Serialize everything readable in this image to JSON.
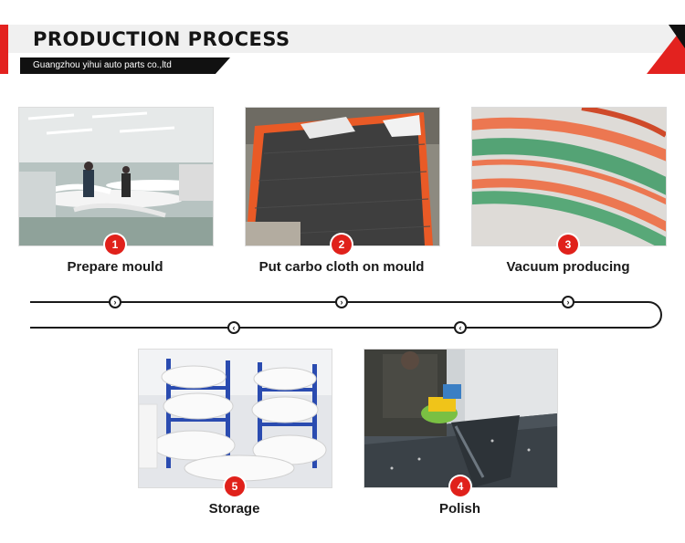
{
  "header": {
    "title": "PRODUCTION PROCESS",
    "subtitle": "Guangzhou yihui auto parts co.,ltd"
  },
  "steps": [
    {
      "number": "1",
      "label": "Prepare mould"
    },
    {
      "number": "2",
      "label": "Put carbo cloth on mould"
    },
    {
      "number": "3",
      "label": "Vacuum producing"
    },
    {
      "number": "4",
      "label": "Polish"
    },
    {
      "number": "5",
      "label": "Storage"
    }
  ],
  "icons": {
    "arrow_right": "chevron-right-icon",
    "arrow_left": "chevron-left-icon"
  },
  "colors": {
    "accent_red": "#e3221f",
    "dark": "#111111",
    "header_band": "#f0f0f0"
  }
}
